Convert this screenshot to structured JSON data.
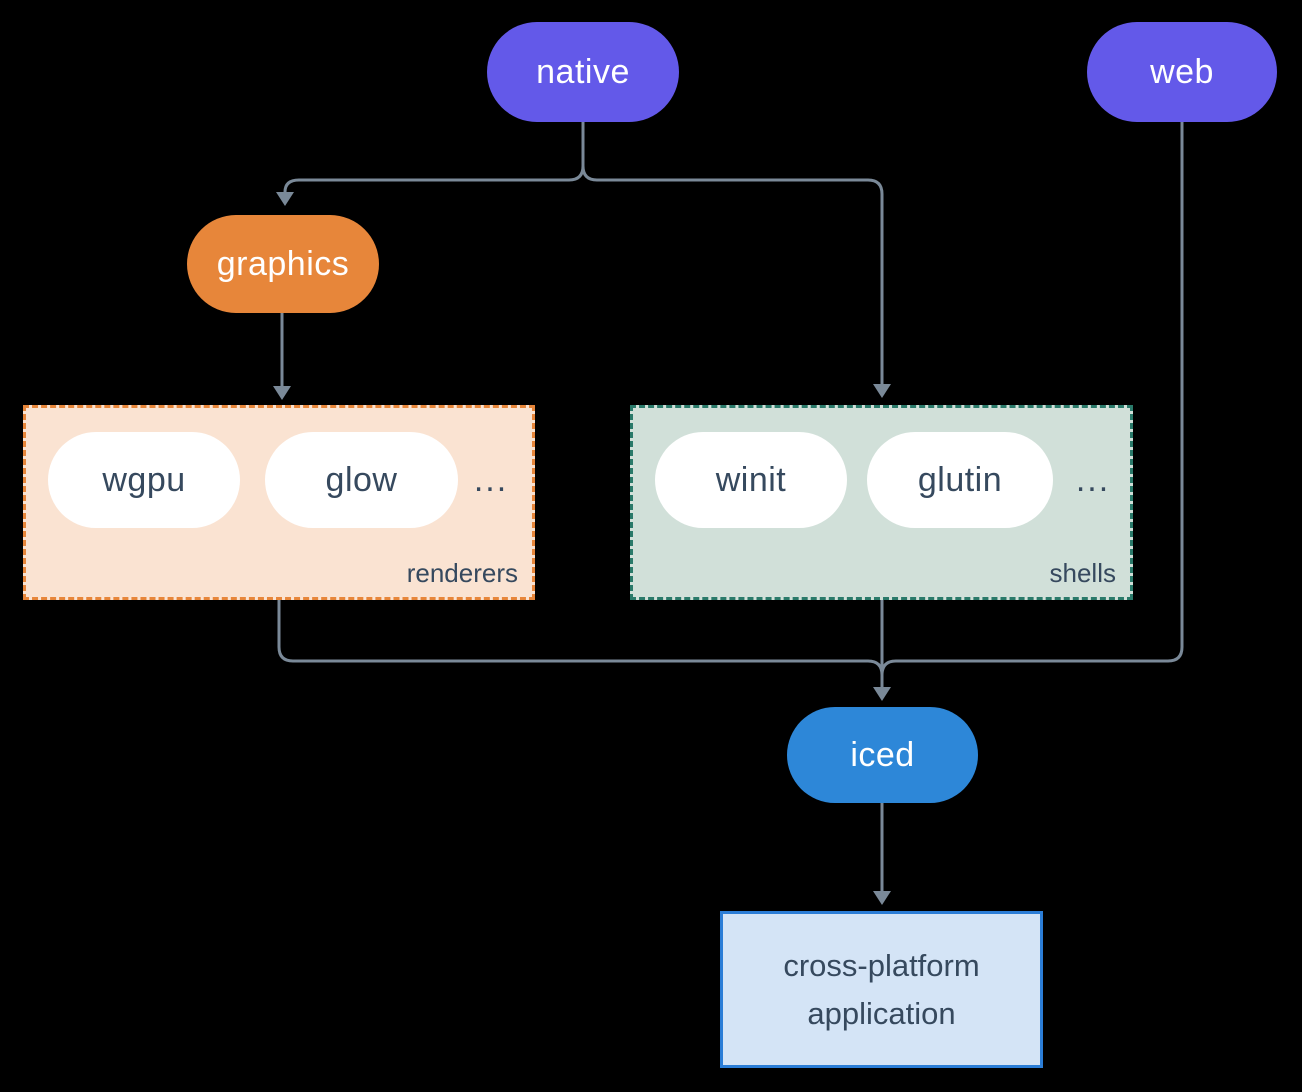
{
  "diagram": {
    "nodes": {
      "native": {
        "label": "native"
      },
      "web": {
        "label": "web"
      },
      "graphics": {
        "label": "graphics"
      },
      "iced": {
        "label": "iced"
      }
    },
    "groups": {
      "renderers": {
        "label": "renderers",
        "items": [
          "wgpu",
          "glow",
          "..."
        ]
      },
      "shells": {
        "label": "shells",
        "items": [
          "winit",
          "glutin",
          "..."
        ]
      }
    },
    "application": {
      "lines": [
        "cross-platform",
        "application"
      ]
    },
    "colors": {
      "platform_pill": "#6359E9",
      "graphics_pill": "#E7863A",
      "iced_pill": "#2D87D8",
      "renderers_bg": "#FAE3D2",
      "renderers_border": "#E7863A",
      "shells_bg": "#D1E0D9",
      "shells_border": "#2A7A6A",
      "item_pill_bg": "#FFFFFF",
      "item_text": "#36495E",
      "application_bg": "#D4E4F6",
      "application_border": "#2B7DD6",
      "connector": "#7A8998",
      "background": "#000000"
    }
  }
}
